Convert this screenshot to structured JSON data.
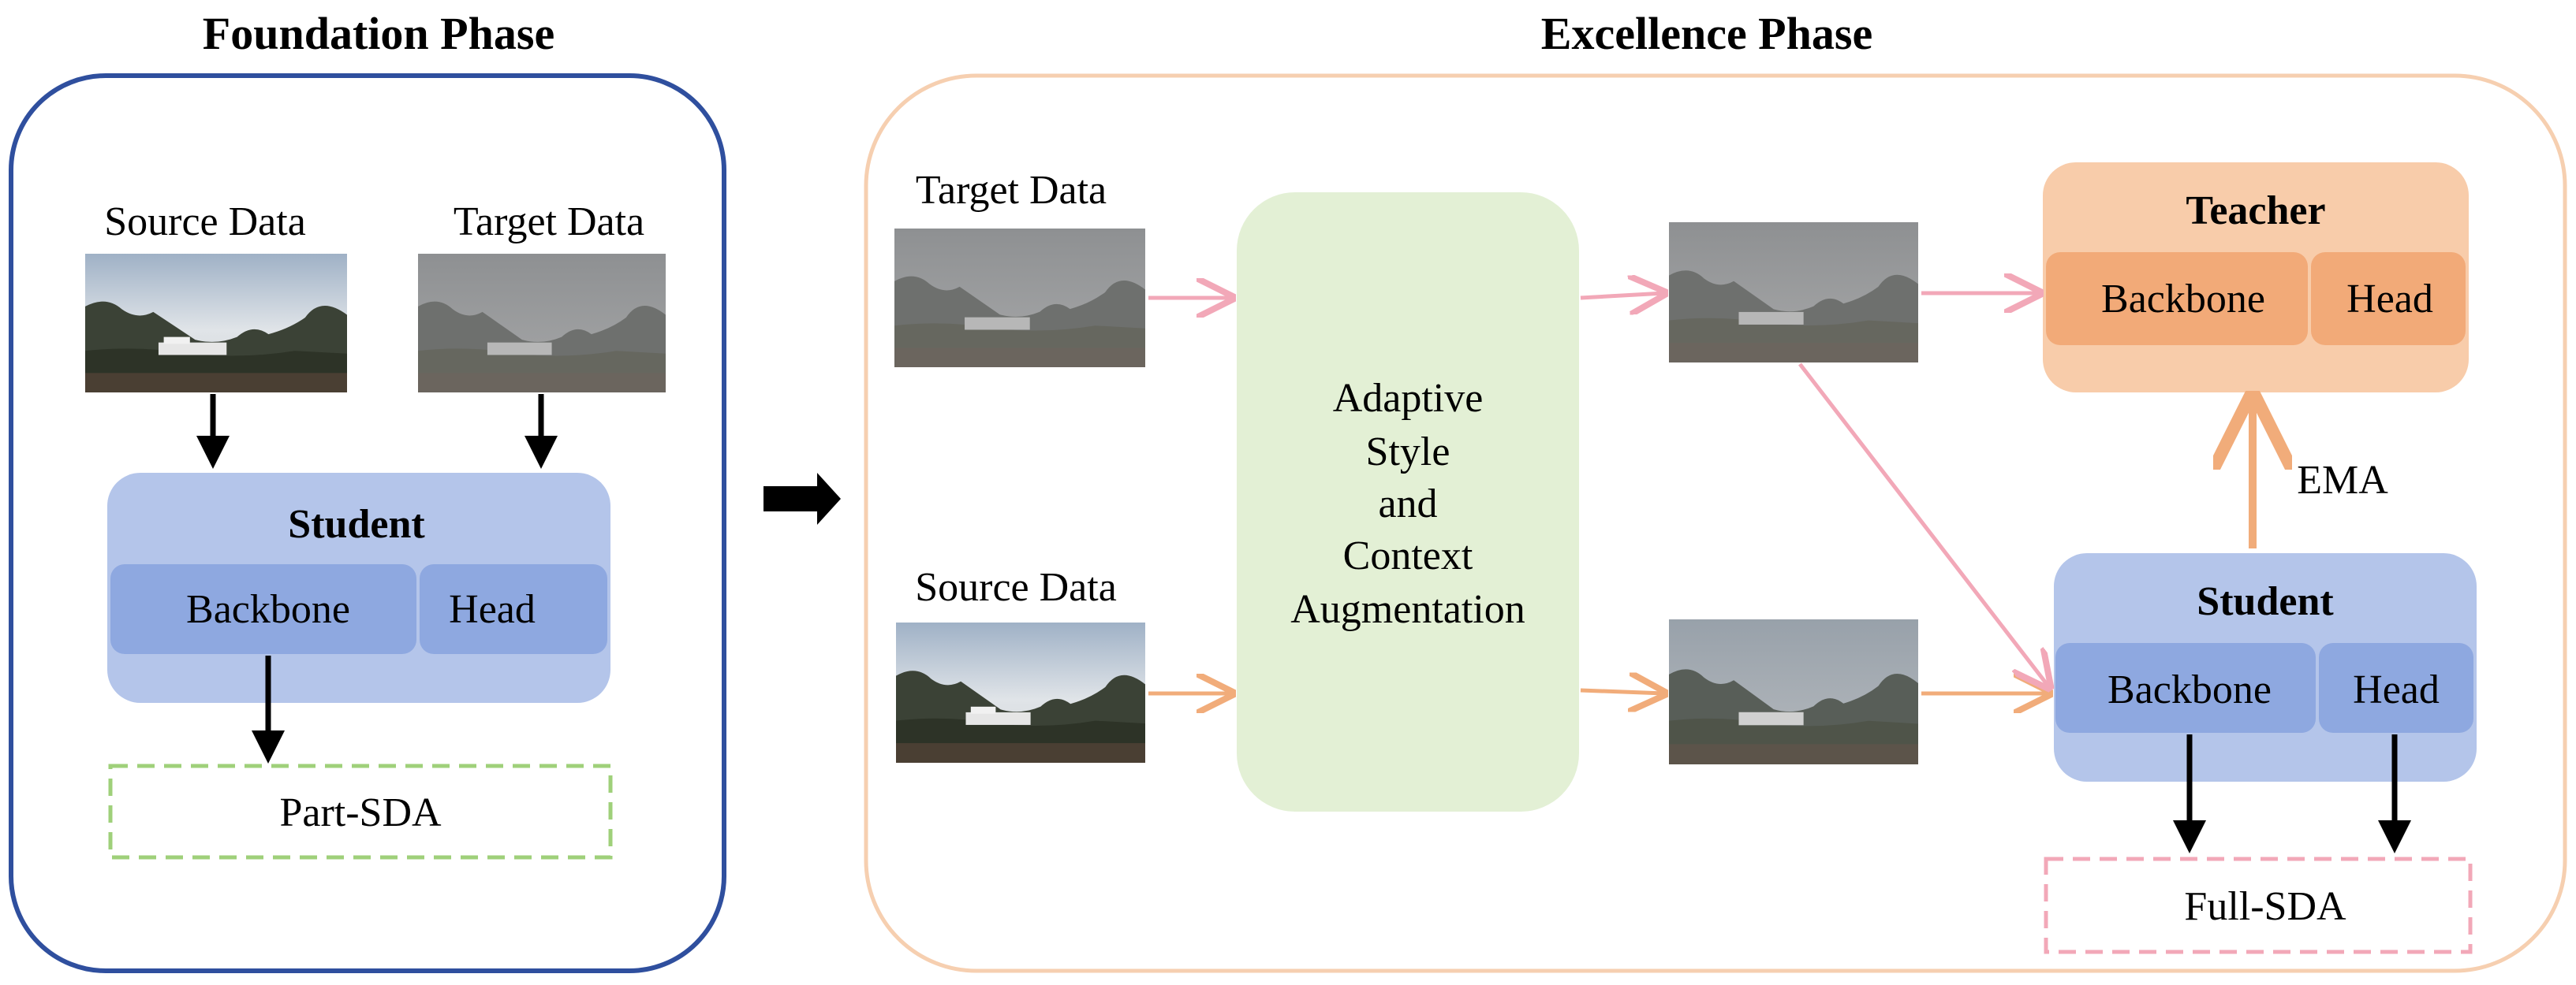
{
  "foundation": {
    "title": "Foundation Phase",
    "source_label": "Source Data",
    "target_label": "Target Data",
    "student": {
      "title": "Student",
      "backbone": "Backbone",
      "head": "Head"
    },
    "output": "Part-SDA"
  },
  "excellence": {
    "title": "Excellence Phase",
    "target_label": "Target Data",
    "source_label": "Source Data",
    "augmentation": [
      "Adaptive",
      "Style",
      "and",
      "Context",
      "Augmentation"
    ],
    "teacher": {
      "title": "Teacher",
      "backbone": "Backbone",
      "head": "Head"
    },
    "ema": "EMA",
    "student": {
      "title": "Student",
      "backbone": "Backbone",
      "head": "Head"
    },
    "output": "Full-SDA"
  },
  "colors": {
    "foundation_border": "#2f4f9e",
    "excellence_border": "#f6cfb0",
    "student_box": "#b4c5ea",
    "student_inner": "#8ea8e0",
    "teacher_box": "#f8ccaa",
    "teacher_inner": "#f2aa78",
    "augment_box": "#e3f0d5",
    "pink_arrow": "#f2a8b8",
    "orange_arrow": "#f1ac7a",
    "part_sda_border": "#9fd07a",
    "full_sda_border": "#f2a8b8"
  }
}
